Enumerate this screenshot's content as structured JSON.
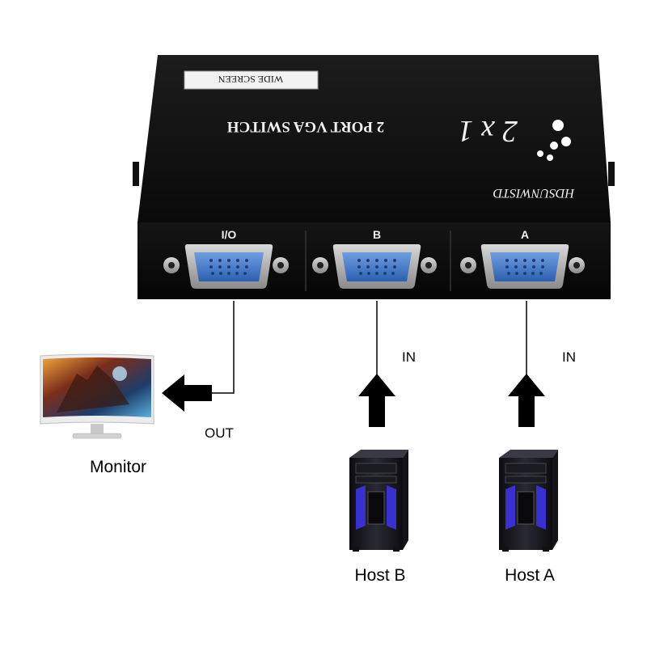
{
  "device": {
    "label_plate": "WIDE SCREEN",
    "model_text": "2 PORT VGA SWITCH",
    "ratio_text": "2 x 1",
    "brand": "HDSUNWISTD",
    "ports": [
      {
        "label": "I/O"
      },
      {
        "label": "B"
      },
      {
        "label": "A"
      }
    ]
  },
  "signals": {
    "out_label": "OUT",
    "in_b_label": "IN",
    "in_a_label": "IN"
  },
  "nodes": {
    "monitor": "Monitor",
    "host_b": "Host B",
    "host_a": "Host A"
  },
  "colors": {
    "device_body": "#0d0d0d",
    "port_blue": "#3b73c8",
    "arrow": "#000000",
    "case_accent": "#3a2fd0"
  }
}
